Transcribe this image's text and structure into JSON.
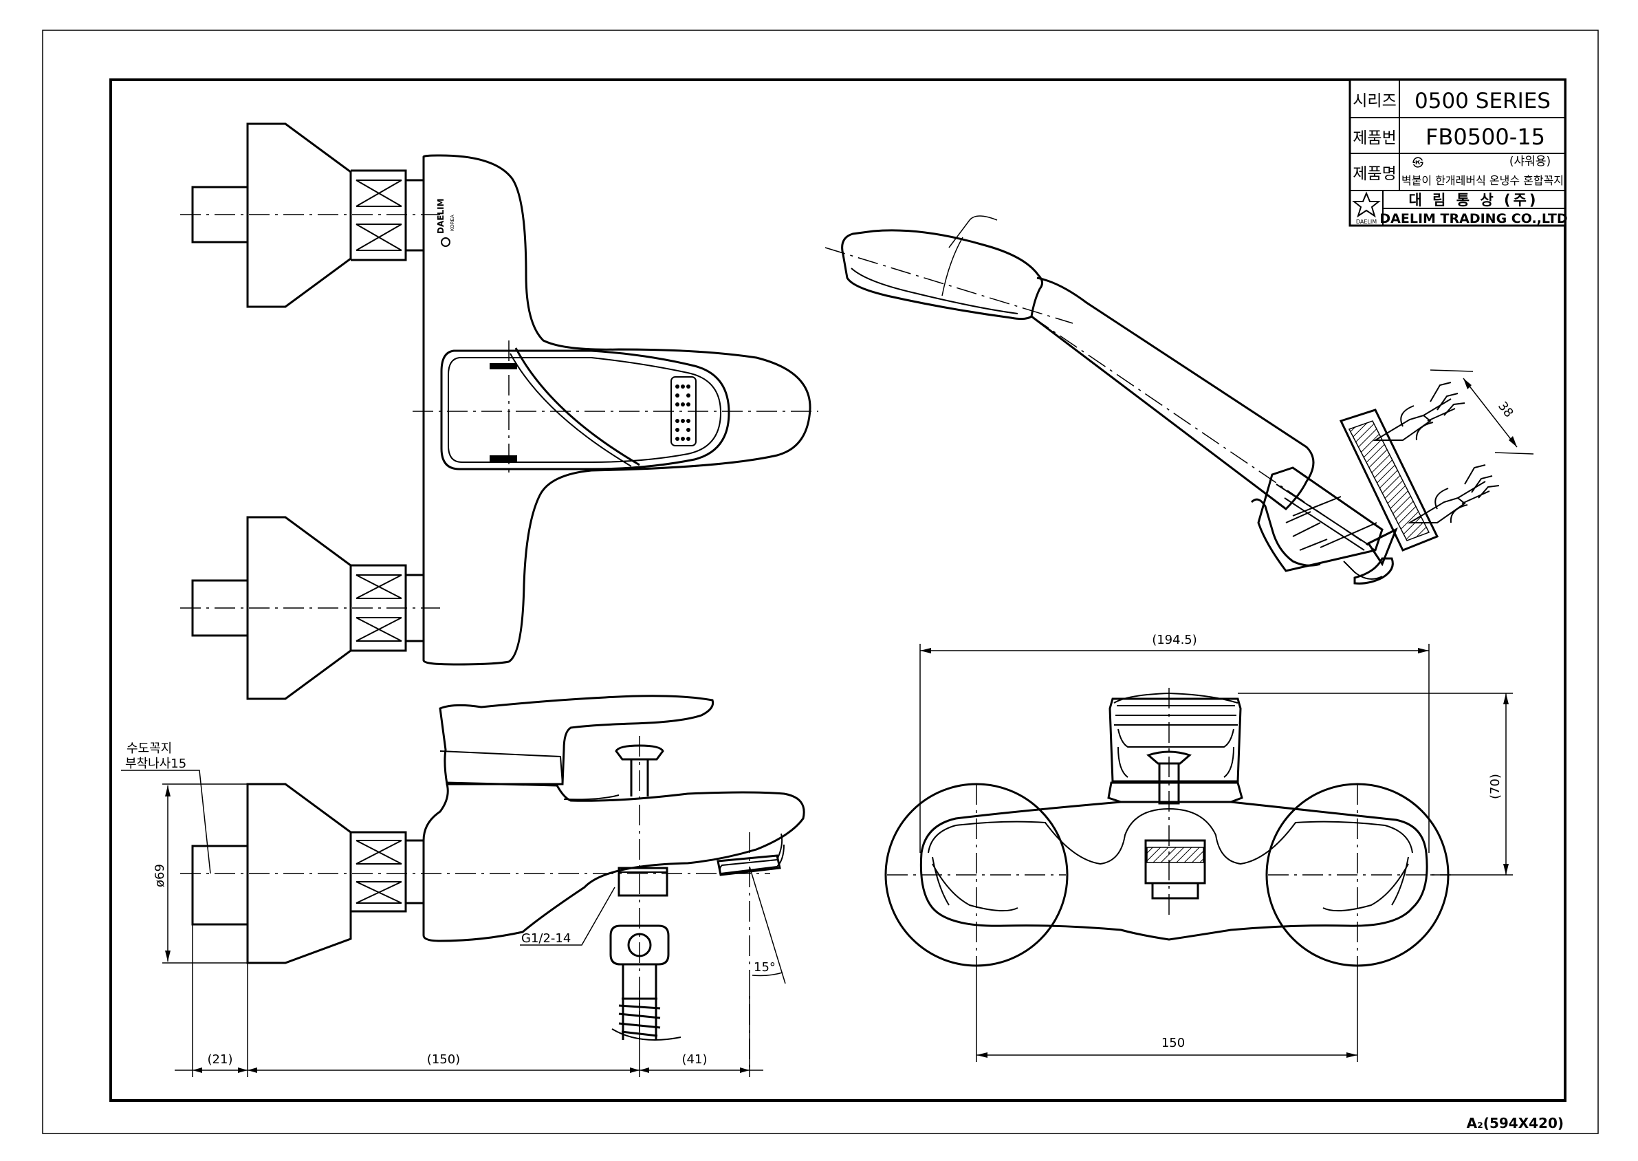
{
  "title_block": {
    "series_label": "시리즈",
    "series_value": "0500  SERIES",
    "product_no_label": "제품번",
    "product_no_value": "FB0500-15",
    "product_name_label": "제품명",
    "product_name_mark": "㉿",
    "product_name_note": "(샤워용)",
    "product_name_value": "벽붙이 한개레버식 온냉수 혼합꼭지",
    "company_korean": "대 림 통 상  (주)",
    "company_english": "DAELIM TRADING  CO.,LTD",
    "logo_text": "DAELIM"
  },
  "sheet_size": "A₂(594X420)",
  "handle_brand": "DAELIM",
  "handle_brand_sub": "KOREA",
  "annotations": {
    "tap_thread_line1": "수도꼭지",
    "tap_thread_line2": "부착나사15",
    "outlet_thread": "G1/2-14",
    "angle": "15°"
  },
  "dimensions": {
    "diameter": "ø69",
    "left_offset": "(21)",
    "body_length": "(150)",
    "spout_offset": "(41)",
    "overall_width": "(194.5)",
    "height": "(70)",
    "inlet_spacing": "150",
    "bracket_spacing": "38"
  }
}
